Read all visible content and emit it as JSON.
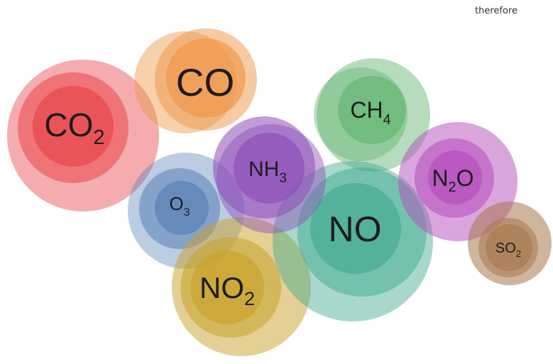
{
  "corner_text": "therefore",
  "bubbles": [
    {
      "id": "co2",
      "formula": "CO",
      "subscript": "2",
      "color": "#e8474c"
    },
    {
      "id": "co",
      "formula": "CO",
      "subscript": "",
      "color": "#ee9648"
    },
    {
      "id": "ch4",
      "formula": "CH",
      "subscript": "4",
      "color": "#5cb26a"
    },
    {
      "id": "o3",
      "formula": "O",
      "subscript": "3",
      "color": "#5880b6"
    },
    {
      "id": "no2",
      "formula": "NO",
      "subscript": "2",
      "color": "#c9a22b"
    },
    {
      "id": "no",
      "formula": "NO",
      "subscript": "",
      "color": "#3fa98f"
    },
    {
      "id": "nh3",
      "formula": "NH",
      "subscript": "3",
      "color": "#8c4db7"
    },
    {
      "id": "n2o",
      "formula": "N",
      "subscript": "2",
      "suffix": "O",
      "color": "#b44bbb"
    },
    {
      "id": "so2",
      "formula": "SO",
      "subscript": "2",
      "color": "#a7784e"
    }
  ]
}
